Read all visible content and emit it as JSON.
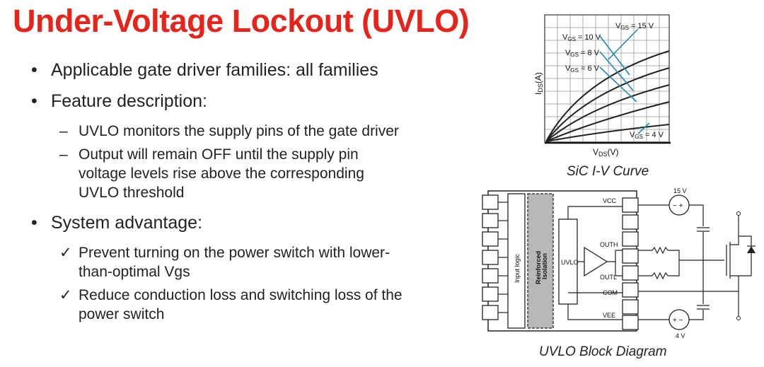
{
  "title": "Under-Voltage Lockout (UVLO)",
  "bullets": {
    "families": "Applicable gate driver families: all families",
    "feature": "Feature description:",
    "feature_items": [
      "UVLO monitors the supply pins of the gate driver",
      "Output will remain OFF until the supply pin voltage levels rise above the corresponding UVLO threshold"
    ],
    "advantage": "System advantage:",
    "advantage_items": [
      "Prevent turning on the power switch with lower-than-optimal Vgs",
      "Reduce conduction loss and switching loss of the power switch"
    ],
    "dash_marker": "–",
    "check_marker": "✓"
  },
  "iv_chart": {
    "caption": "SiC I-V Curve",
    "ylabel_main": "I",
    "ylabel_sub": "DS",
    "ylabel_unit": "(A)",
    "xlabel_main": "V",
    "xlabel_sub": "DS",
    "xlabel_unit": "(V)",
    "curve_labels": [
      {
        "pre": "V",
        "sub": "GS",
        "post": " = 15 V"
      },
      {
        "pre": "V",
        "sub": "GS",
        "post": " = 10 V"
      },
      {
        "pre": "V",
        "sub": "GS",
        "post": " = 8 V"
      },
      {
        "pre": "V",
        "sub": "GS",
        "post": " = 6 V"
      },
      {
        "pre": "V",
        "sub": "GS",
        "post": " = 4 V"
      }
    ]
  },
  "block_diagram": {
    "caption": "UVLO Block Diagram",
    "input_logic": "Input logic",
    "isolation_line1": "Reinforced",
    "isolation_line2": "Isolation",
    "uvlo": "UVLO",
    "pins": {
      "vcc": "VCC",
      "outh": "OUTH",
      "outl": "OUTL",
      "com": "COM",
      "vee": "VEE"
    },
    "source_top": "15 V",
    "source_bottom": "4 V"
  }
}
